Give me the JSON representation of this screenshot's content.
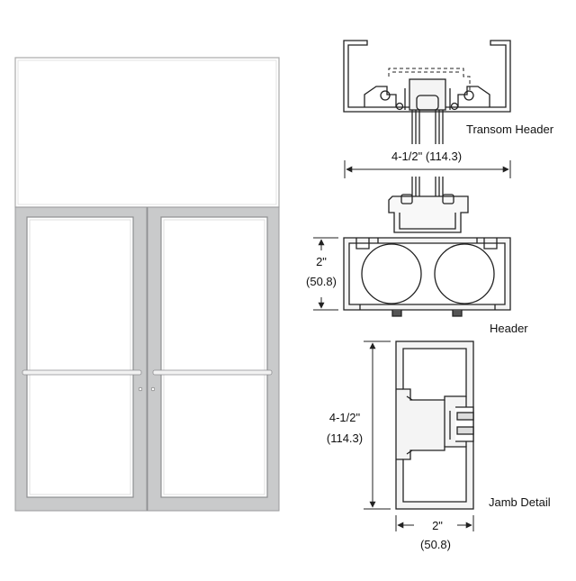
{
  "labels": {
    "transom_header": "Transom Header",
    "header_width": "4-1/2\" (114.3)",
    "header_height_in": "2\"",
    "header_height_mm": "(50.8)",
    "header": "Header",
    "jamb_depth_in": "4-1/2\"",
    "jamb_depth_mm": "(114.3)",
    "jamb_detail": "Jamb Detail",
    "jamb_width_in": "2\"",
    "jamb_width_mm": "(50.8)"
  },
  "colors": {
    "door_frame": "#c9cacb",
    "door_frame_edge": "#9a9b9d",
    "glass": "#ffffff",
    "push_bar": "#f2f2f2",
    "line": "#222222",
    "profile_fill": "#f4f4f4"
  }
}
